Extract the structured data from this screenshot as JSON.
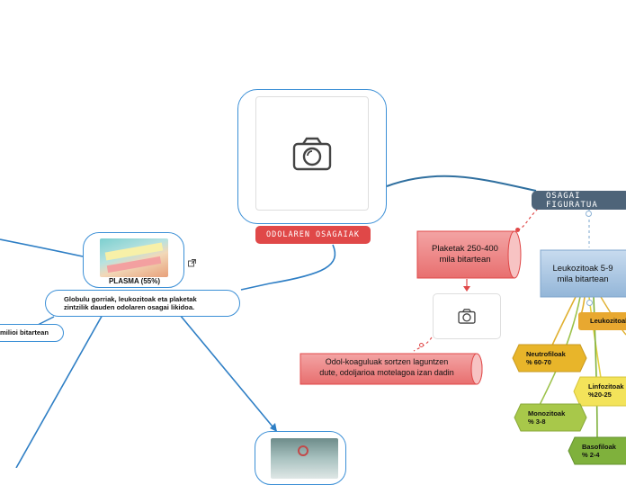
{
  "central": {
    "title": "ODOLAREN OSAGAIAK",
    "image_icon": "camera-icon"
  },
  "figured": {
    "title": "OSAGAI FIGURATUA"
  },
  "plasma": {
    "title": "PLASMA (55%)",
    "description_line1": "Globulu gorriak, leukozitoak eta plaketak",
    "description_line2": "zintzilik dauden odolaren osagai likidoa.",
    "link_icon": "external-link-icon"
  },
  "left_partial": {
    "text": "milioi bitartean"
  },
  "platelets": {
    "title_line1": "Plaketak 250-400",
    "title_line2": "mila bitartean",
    "image_icon": "camera-icon",
    "function_line1": "Odol-koaguluak sortzen laguntzen",
    "function_line2": "dute, odoljarioa motelagoa izan dadin"
  },
  "leukocytes": {
    "title_line1": "Leukozitoak 5-9",
    "title_line2": "mila bitartean",
    "types_label": "Leukozitoak",
    "types": [
      {
        "line1": "Neutrofiloak",
        "line2": "% 60-70",
        "color": "#e8b52a"
      },
      {
        "line1": "Linfozitoak",
        "line2": "%20-25",
        "color": "#f3e35a"
      },
      {
        "line1": "Monozitoak",
        "line2": "% 3-8",
        "color": "#a8c84a"
      },
      {
        "line1": "Basofiloak",
        "line2": "% 2-4",
        "color": "#7fb13c"
      }
    ]
  },
  "colors": {
    "branch_blue": "#2f7fc5",
    "red_accent": "#e04848",
    "slate": "#4e6479",
    "leuko_blue": "#8fb3d6"
  }
}
